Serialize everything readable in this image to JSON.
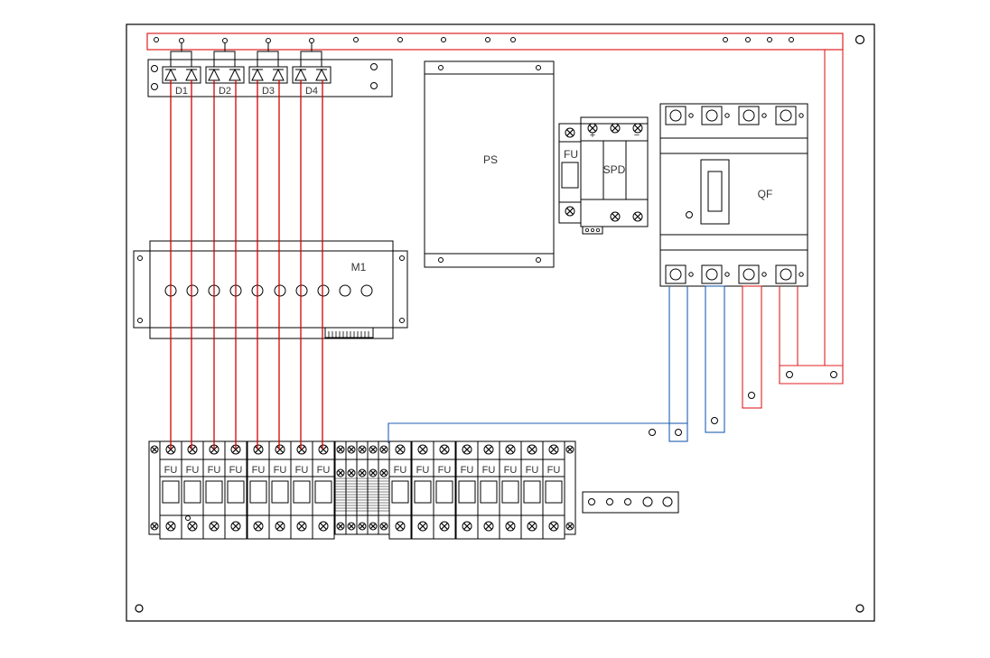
{
  "colors": {
    "frame": "#000000",
    "positive_wire": "#d40000",
    "negative_wire": "#1f5fb0",
    "busbar": "#e02020",
    "label": "#333333",
    "background": "#ffffff"
  },
  "labels": {
    "diode_1": "D1",
    "diode_2": "D2",
    "diode_3": "D3",
    "diode_4": "D4",
    "power_supply": "PS",
    "fuse_small": "FU",
    "surge_protector": "SPD",
    "spd_plus": "+",
    "spd_minus": "−",
    "breaker": "QF",
    "module": "M1",
    "fuse_terminal": "FU"
  },
  "icons": {
    "terminal_screw": "crossed-circle-icon",
    "mount_hole": "circle-hole-icon",
    "diode": "diode-symbol-icon"
  }
}
